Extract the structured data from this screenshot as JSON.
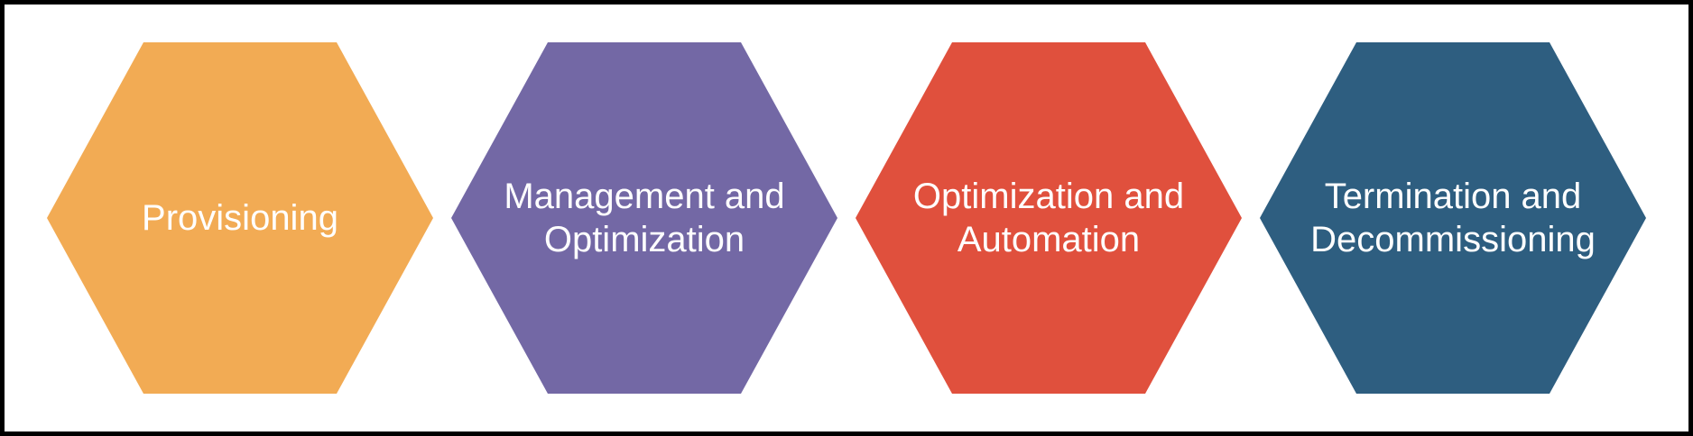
{
  "diagram": {
    "background_color": "#ffffff",
    "frame_color": "#000000",
    "text_color": "#ffffff",
    "hexagons": [
      {
        "label": "Provisioning",
        "color": "#F2AB54"
      },
      {
        "label": "Management and\nOptimization",
        "color": "#7368A5"
      },
      {
        "label": "Optimization and\nAutomation",
        "color": "#E0503D"
      },
      {
        "label": "Termination and\nDecommissioning",
        "color": "#2E5E80"
      }
    ]
  }
}
